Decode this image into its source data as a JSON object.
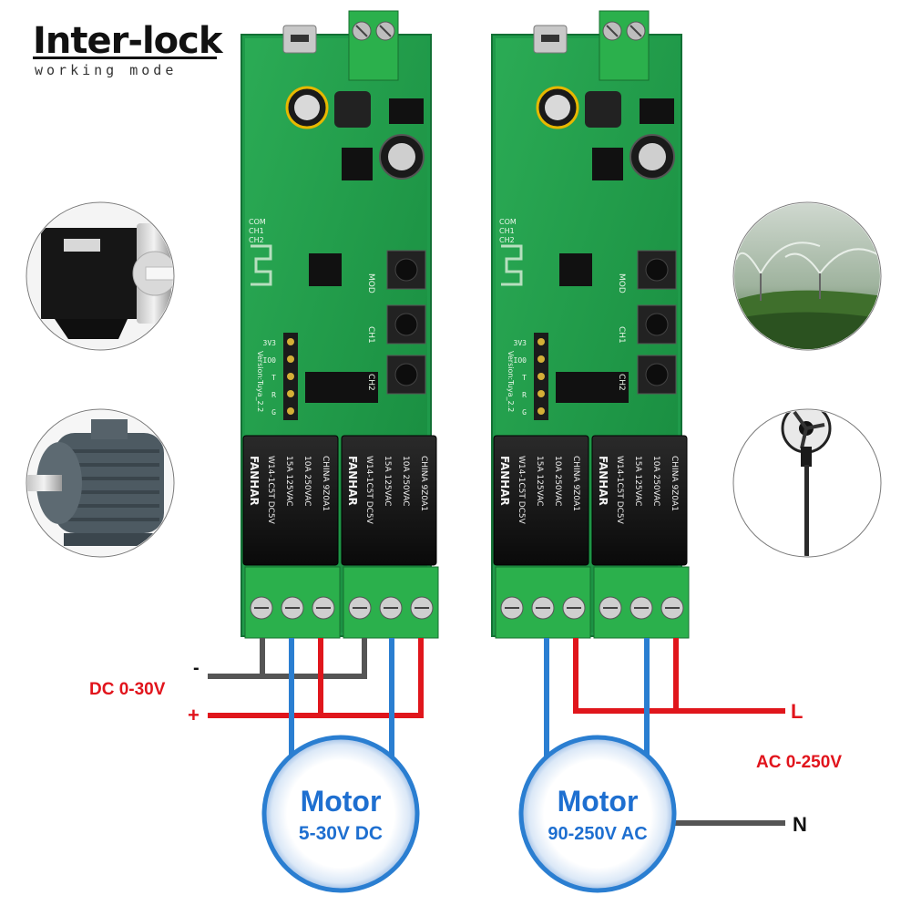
{
  "header": {
    "title": "Inter-lock",
    "subtitle": "working mode"
  },
  "boards": [
    {
      "silk_labels": [
        "COM",
        "CH1",
        "CH2",
        "MOD",
        "CH1",
        "CH2",
        "Version:Tuya_2.2"
      ],
      "pin_labels": [
        "3V3",
        "IO0",
        "T",
        "R",
        "G"
      ],
      "relays": [
        {
          "brand": "FANHAR",
          "model": "W14-1C5T",
          "coil": "DC5V",
          "ratings": [
            "15A 125VAC",
            "10A 250VAC"
          ],
          "cert": "CHINA 9Z0A1"
        },
        {
          "brand": "FANHAR",
          "model": "W14-1C5T",
          "coil": "DC5V",
          "ratings": [
            "15A 125VAC",
            "10A 250VAC"
          ],
          "cert": "CHINA 9Z0A1"
        }
      ]
    },
    {
      "silk_labels": [
        "COM",
        "CH1",
        "CH2",
        "MOD",
        "CH1",
        "CH2",
        "Version:Tuya_2.2"
      ],
      "pin_labels": [
        "3V3",
        "IO0",
        "T",
        "R",
        "G"
      ],
      "relays": [
        {
          "brand": "FANHAR",
          "model": "W14-1C5T",
          "coil": "DC5V",
          "ratings": [
            "15A 125VAC",
            "10A 250VAC"
          ],
          "cert": "CHINA 9Z0A1"
        },
        {
          "brand": "FANHAR",
          "model": "W14-1C5T",
          "coil": "DC5V",
          "ratings": [
            "15A 125VAC",
            "10A 250VAC"
          ],
          "cert": "CHINA 9Z0A1"
        }
      ]
    }
  ],
  "dc_side": {
    "supply_label": "DC 0-30V",
    "minus": "-",
    "plus": "+",
    "motor_name": "Motor",
    "motor_spec": "5-30V DC"
  },
  "ac_side": {
    "supply_label": "AC 0-250V",
    "line": "L",
    "neutral": "N",
    "motor_name": "Motor",
    "motor_spec": "90-250V AC"
  },
  "illustrations": [
    "dc-motor-photo",
    "ac-motor-photo",
    "irrigation-sprinkler-photo",
    "standing-fan-photo"
  ],
  "colors": {
    "pcb": "#1f9a4a",
    "terminal": "#2bb04c",
    "wire_blue": "#2a7ed1",
    "wire_red": "#e0161c",
    "wire_gray": "#555555",
    "label_red": "#e1141c",
    "motor_text": "#1e6fd0"
  }
}
